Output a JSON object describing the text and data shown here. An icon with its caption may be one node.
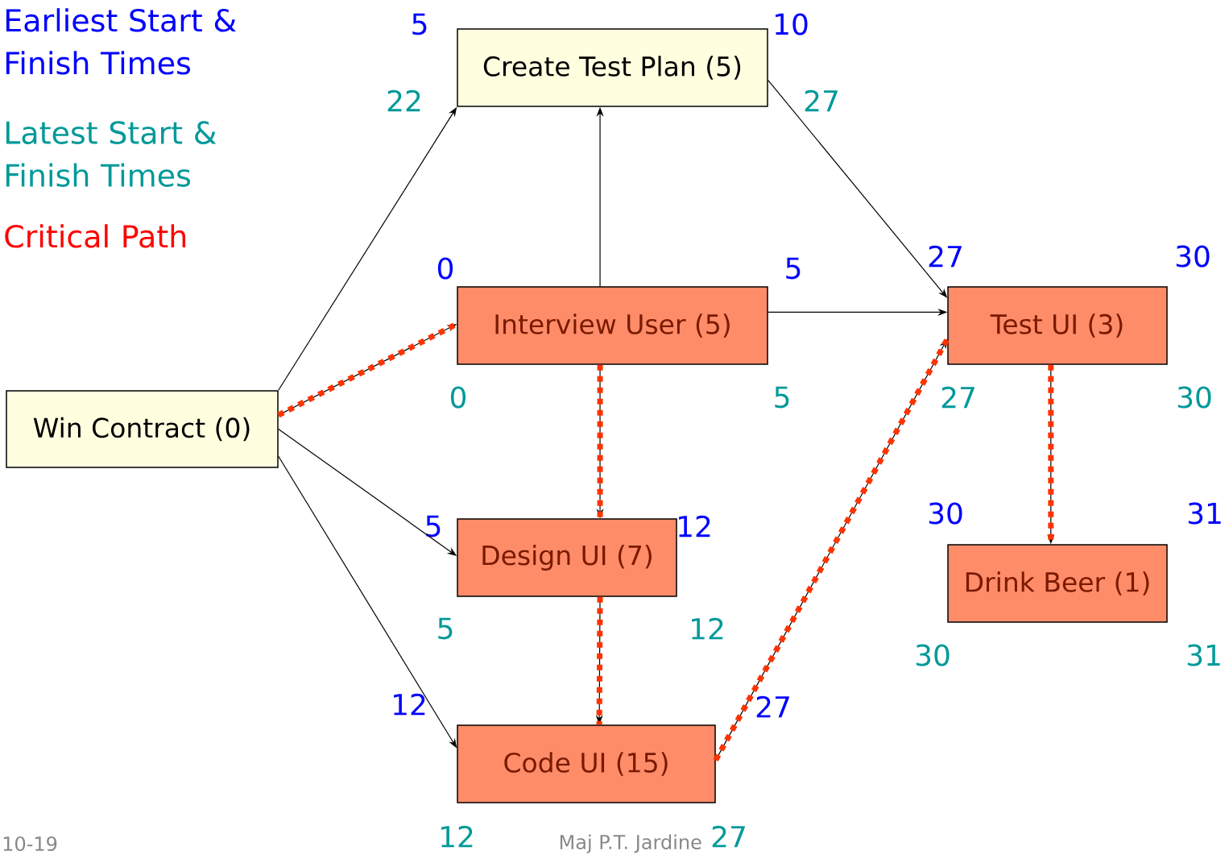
{
  "diagram": {
    "nodes": [
      {
        "text": [
          "Win Contract (0)"
        ]
      },
      {
        "text": [
          "Create Test Plan (5)"
        ],
        "beside": [
          "5",
          "10",
          "22",
          "27"
        ]
      },
      {
        "text": [
          "Interview User (5)"
        ],
        "beside": [
          "0",
          "5",
          "0",
          "5"
        ]
      },
      {
        "text": [
          "Design UI (7)"
        ],
        "beside": [
          "5",
          "12",
          "5",
          "12"
        ]
      },
      {
        "text": [
          "Code UI (15)"
        ],
        "beside": [
          "12",
          "27",
          "12",
          "27"
        ]
      },
      {
        "text": [
          "Test UI (3)"
        ],
        "beside": [
          "27",
          "30",
          "27",
          "30"
        ]
      },
      {
        "text": [
          "Drink Beer (1)"
        ],
        "beside": [
          "30",
          "31",
          "30",
          "31"
        ]
      }
    ],
    "edges": [
      {
        "from": 0,
        "to": 1,
        "arrow": "to"
      },
      {
        "from": 0,
        "to": 2,
        "arrow": "to",
        "style": "dashed",
        "color": "#ff3300"
      },
      {
        "from": 0,
        "to": 3,
        "arrow": "to"
      },
      {
        "from": 0,
        "to": 4,
        "arrow": "to"
      },
      {
        "from": 2,
        "to": 1,
        "arrow": "to"
      },
      {
        "from": 1,
        "to": 5,
        "arrow": "to"
      },
      {
        "from": 2,
        "to": 5,
        "arrow": "to"
      },
      {
        "from": 2,
        "to": 3,
        "arrow": "to",
        "style": "dashed",
        "color": "#ff3300"
      },
      {
        "from": 3,
        "to": 4,
        "arrow": "to",
        "style": "dashed",
        "color": "#ff3300"
      },
      {
        "from": 4,
        "to": 5,
        "arrow": "to",
        "style": "dashed",
        "color": "#ff3300"
      },
      {
        "from": 5,
        "to": 6,
        "arrow": "to",
        "style": "dashed",
        "color": "#ff3300"
      }
    ],
    "labels": [
      "Earliest Start & Finish Times",
      "Latest Start & Finish Times",
      "Critical Path",
      "10-19",
      "Maj P.T. Jardine"
    ]
  }
}
